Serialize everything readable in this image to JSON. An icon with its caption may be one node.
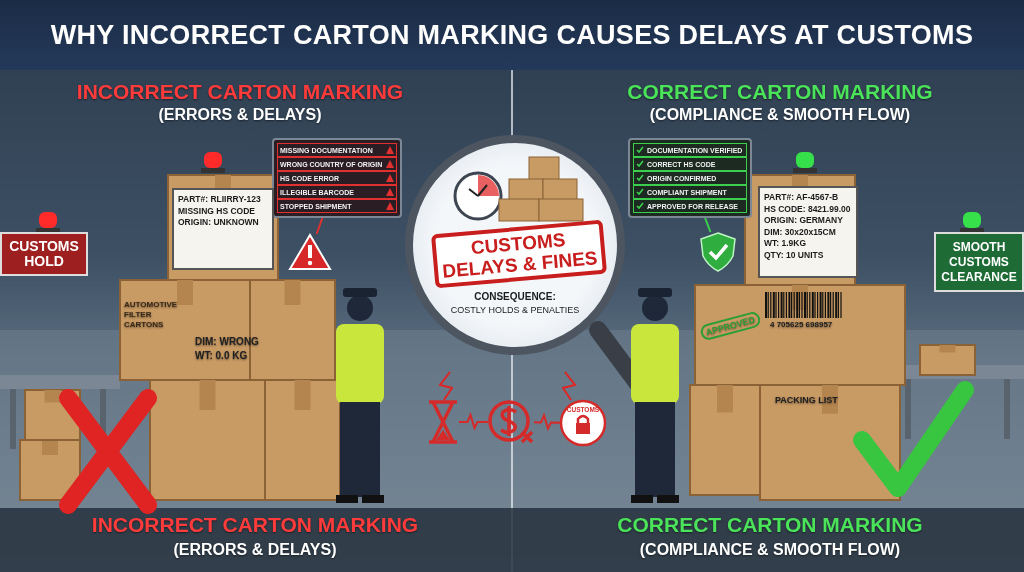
{
  "diagram": {
    "title": "WHY INCORRECT CARTON MARKING CAUSES DELAYS AT CUSTOMS",
    "nodes": [
      {
        "text": [
          "CUSTOMS HOLD"
        ]
      },
      {
        "text": [
          "MISSING DOCUMENTATION",
          "WRONG COUNTRY OF ORIGIN",
          "HS CODE ERROR",
          "ILLEGIBLE BARCODE",
          "STOPPED SHIPMENT"
        ]
      },
      {
        "text": [
          "PART#: RLIIRRY-123",
          "MISSING HS CODE",
          "ORIGIN: UNKNOWN"
        ]
      },
      {
        "text": [],
        "shape": "triangle"
      },
      {
        "text": [
          "CUSTOMS DELAYS & FINES",
          "CONSEQUENCE:",
          "COSTLY HOLDS & PENALTIES"
        ]
      },
      {
        "text": [
          "DOCUMENTATION VERIFIED",
          "CORRECT HS CODE",
          "ORIGIN CONFIRMED",
          "COMPLIANT SHIPMENT",
          "APPROVED FOR RELEASE"
        ]
      },
      {
        "text": [],
        "shape": "shield"
      },
      {
        "text": [
          "PART#: AF-4567-B",
          "HS CODE: 8421.99.00",
          "ORIGIN: GERMANY",
          "DIM: 30x20x15CM",
          "WT: 1.9KG",
          "QTY: 10 UNITS"
        ]
      },
      {
        "text": [
          "SMOOTH CUSTOMS CLEARANCE"
        ]
      },
      {
        "text": [],
        "shape": "picture"
      },
      {
        "text": [],
        "shape": "picture"
      },
      {
        "text": [
          "CUSTOMS"
        ]
      }
    ],
    "edges": [
      {
        "from": 1,
        "to": 3,
        "arrow": "none",
        "color": "#e03030"
      },
      {
        "from": 5,
        "to": 6,
        "arrow": "none",
        "color": "#3ccf4e"
      },
      {
        "from": 9,
        "to": 10,
        "arrow": "none",
        "color": "#d42a2a"
      },
      {
        "from": 10,
        "to": 11,
        "arrow": "none",
        "color": "#d42a2a"
      }
    ],
    "labels": [
      "INCORRECT CARTON MARKING",
      "(ERRORS & DELAYS)",
      "CORRECT CARTON MARKING",
      "(COMPLIANCE & SMOOTH FLOW)",
      "AUTOMOTIVE FILTER CARTONS",
      "DIM: WRONG",
      "WT: 0.0 KG",
      "APPROVED",
      "4 705625 698957",
      "PACKING LIST",
      "INCORRECT CARTON MARKING",
      "(ERRORS & DELAYS)",
      "CORRECT CARTON MARKING",
      "(COMPLIANCE & SMOOTH FLOW)"
    ]
  }
}
